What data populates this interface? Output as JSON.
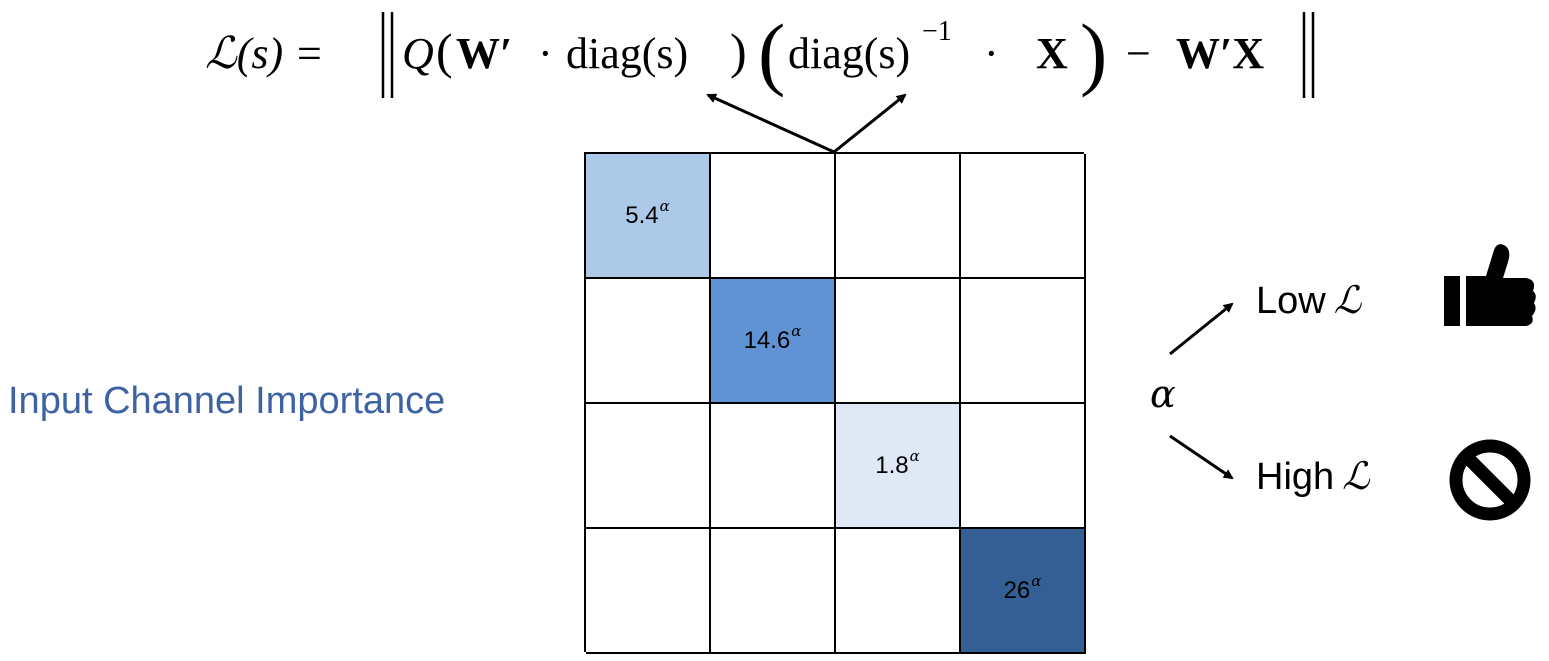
{
  "formula": {
    "lhs": "ℒ(s) =",
    "q": "Q",
    "w_prime": "W′",
    "dot": "·",
    "diag_s": "diag(s)",
    "diag_s_inv": "diag(s)",
    "inv": "−1",
    "x": "X",
    "minus": "−",
    "wx": "W′X"
  },
  "side_label": "Input Channel Importance",
  "grid": {
    "cells": [
      {
        "row": 0,
        "col": 0,
        "base": "5.4",
        "exp": "α",
        "color": "#adc9e8"
      },
      {
        "row": 1,
        "col": 1,
        "base": "14.6",
        "exp": "α",
        "color": "#5f93d3"
      },
      {
        "row": 2,
        "col": 2,
        "base": "1.8",
        "exp": "α",
        "color": "#dee9f5"
      },
      {
        "row": 3,
        "col": 3,
        "base": "26",
        "exp": "α",
        "color": "#345f94"
      }
    ]
  },
  "alpha": "α",
  "outcomes": {
    "low": {
      "text": "Low",
      "symbol": "ℒ",
      "icon": "thumbs-up-icon"
    },
    "high": {
      "text": "High",
      "symbol": "ℒ",
      "icon": "prohibited-icon"
    }
  }
}
